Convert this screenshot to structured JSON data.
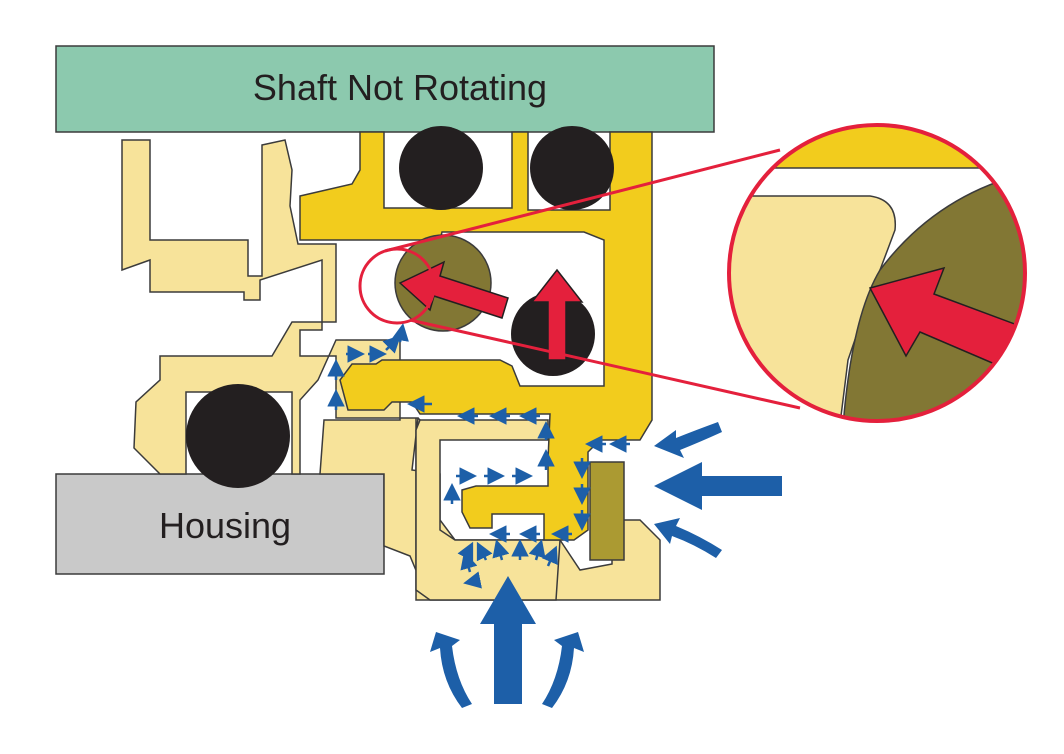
{
  "labels": {
    "shaft": "Shaft Not Rotating",
    "housing": "Housing"
  },
  "colors": {
    "shaft_fill": "#8cc9ae",
    "housing_fill": "#c9c9c9",
    "pale_part": "#f7e39a",
    "yellow_part": "#f2cc1d",
    "olive_ring": "#827734",
    "olive_dark": "#ab9a32",
    "o_ring": "#231f20",
    "highlight_red": "#e4203c",
    "flow_blue": "#1d5fa8",
    "outline": "#3b3b3b"
  },
  "icons": {
    "force_arrow": "arrow-icon",
    "flow_arrow": "arrow-icon",
    "magnifier": "magnifier-circle"
  }
}
